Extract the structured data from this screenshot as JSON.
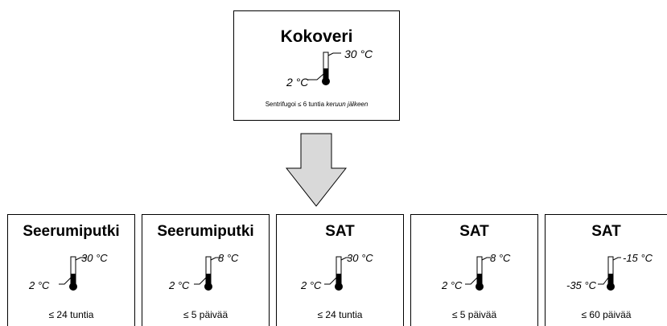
{
  "top": {
    "title": "Kokoveri",
    "high": "30 °C",
    "low": "2 °C",
    "note_main": "Sentrifugoi ≤ 6 tuntia",
    "note_italic": "keruun jälkeen"
  },
  "cards": [
    {
      "title": "Seerumiputki",
      "high": "30 °C",
      "low": "2 °C",
      "duration": "≤ 24 tuntia"
    },
    {
      "title": "Seerumiputki",
      "high": "8 °C",
      "low": "2 °C",
      "duration": "≤ 5 päivää"
    },
    {
      "title": "SAT",
      "high": "30 °C",
      "low": "2 °C",
      "duration": "≤ 24 tuntia"
    },
    {
      "title": "SAT",
      "high": "8 °C",
      "low": "2 °C",
      "duration": "≤ 5 päivää"
    },
    {
      "title": "SAT",
      "high": "-15 °C",
      "low": "-35 °C",
      "duration": "≤ 60 päivää"
    }
  ],
  "colors": {
    "arrow_fill": "#d9d9d9",
    "stroke": "#000000"
  }
}
